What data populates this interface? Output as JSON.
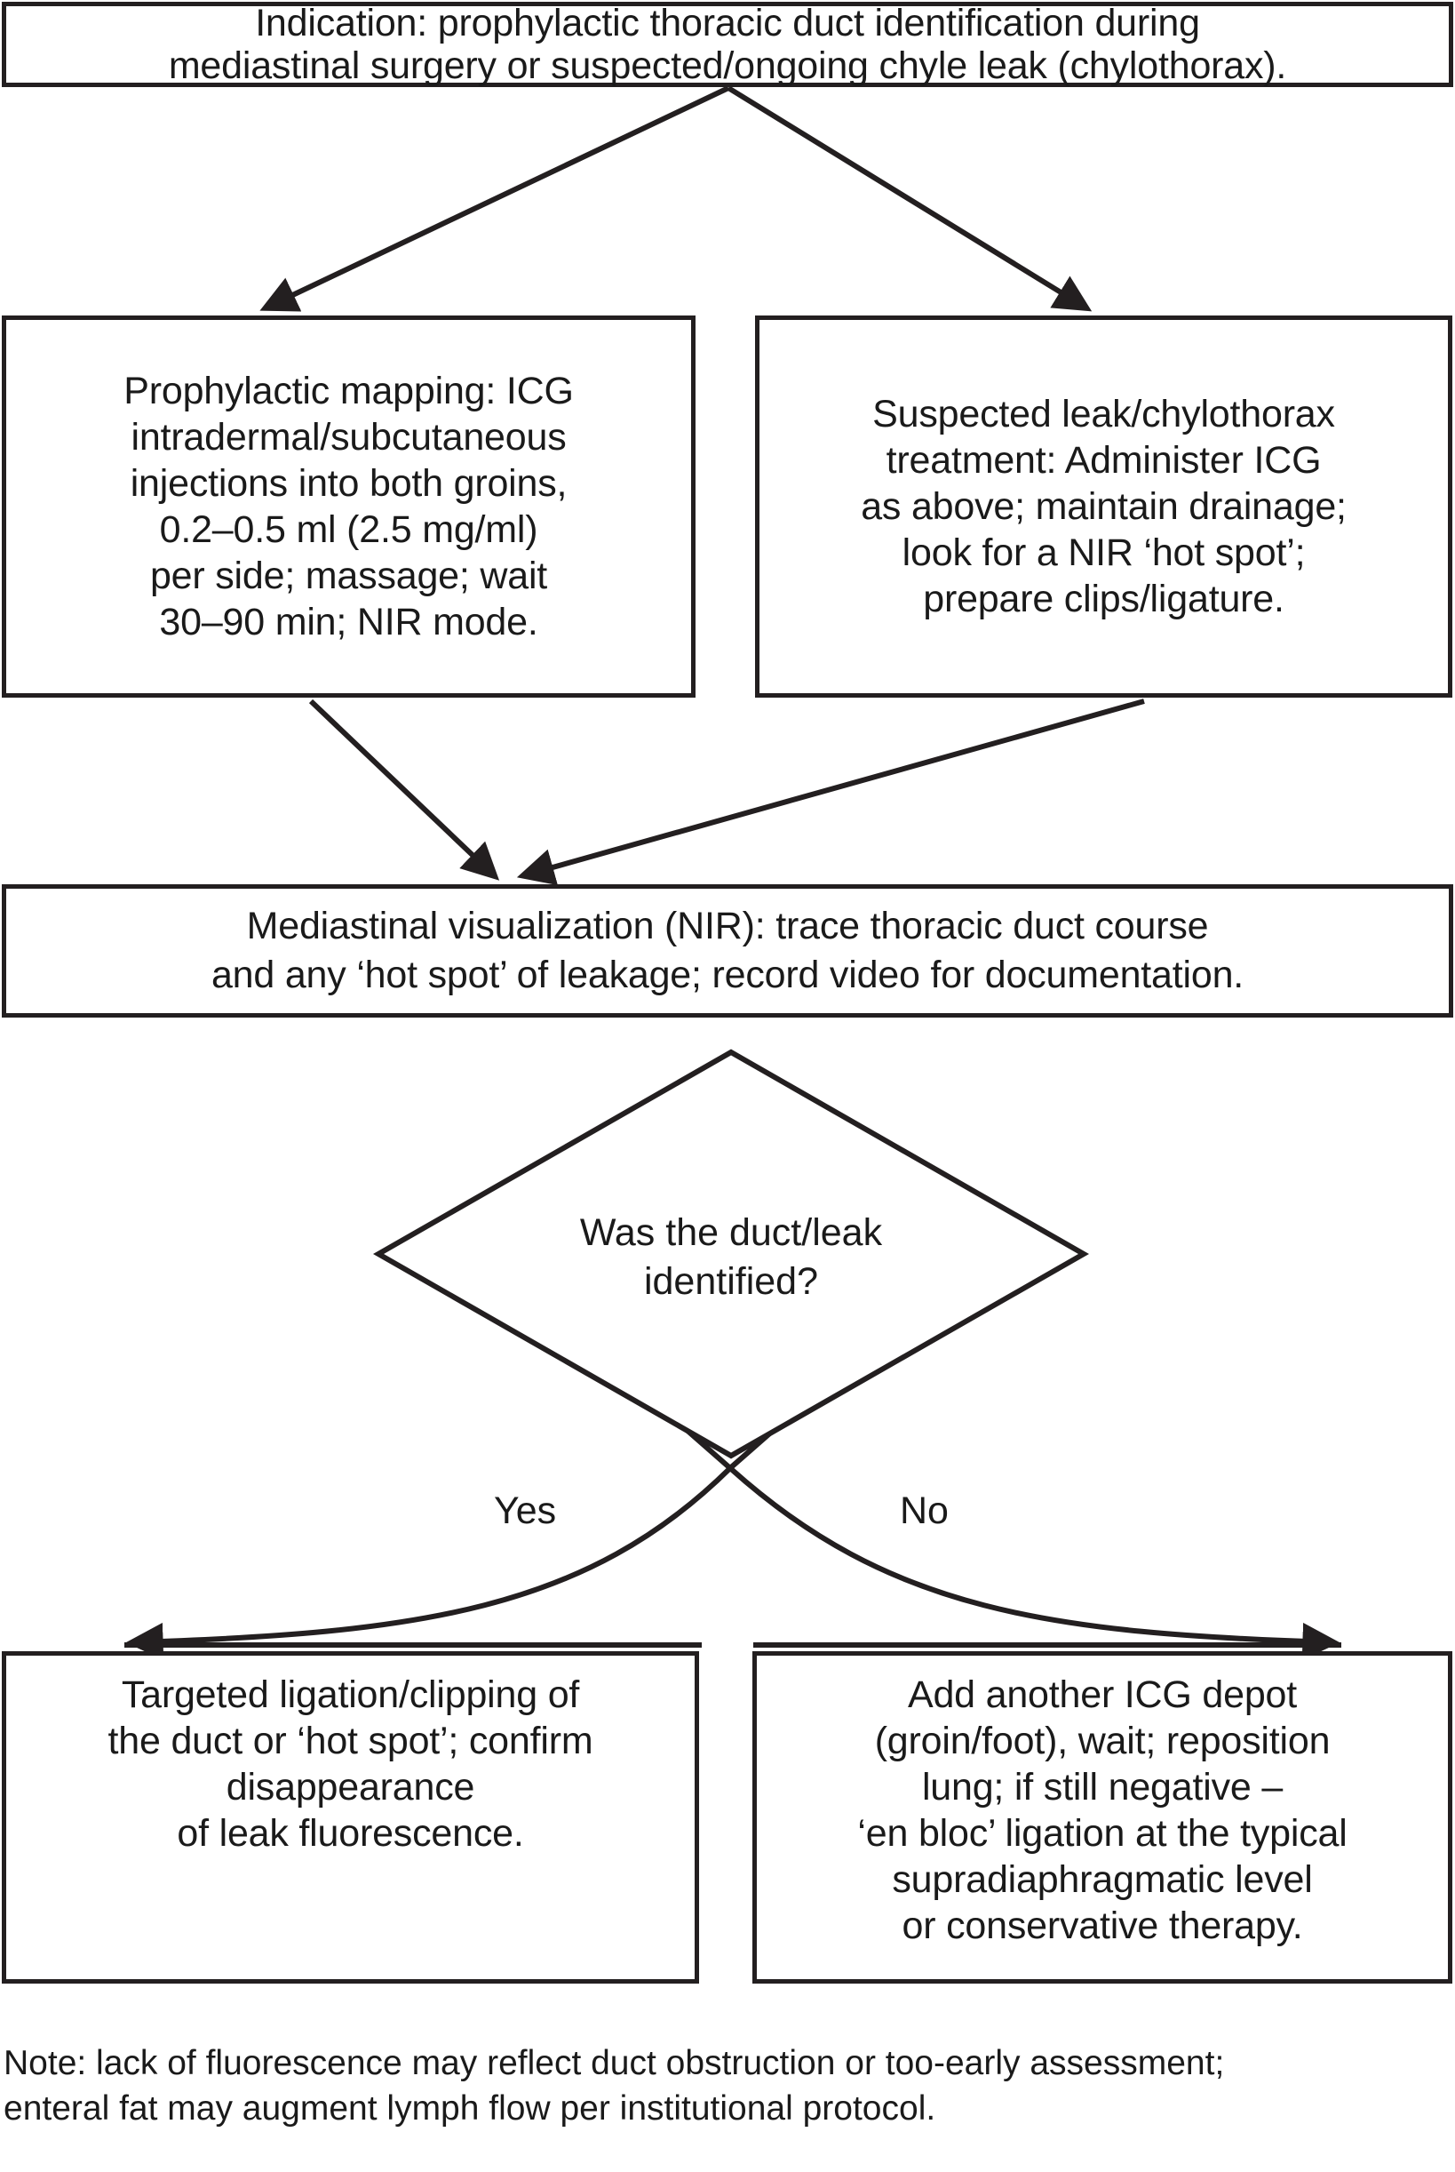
{
  "diagram": {
    "title": "ICG lymphography algorithm for thoracic duct identification and chyle leak management",
    "type": "flowchart",
    "stroke_color": "#231f20",
    "background_color": "#ffffff",
    "text_color": "#1a1a1a"
  },
  "nodes": {
    "indication": {
      "shape": "rectangle",
      "text": "Indication: prophylactic thoracic duct identification during\nmediastinal surgery or suspected/ongoing chyle leak (chylothorax)."
    },
    "prophylactic": {
      "shape": "rectangle",
      "text": "Prophylactic mapping: ICG\nintradermal/subcutaneous\ninjections into both groins,\n0.2–0.5 ml (2.5 mg/ml)\nper side; massage; wait\n30–90 min; NIR mode."
    },
    "suspected": {
      "shape": "rectangle",
      "text": "Suspected leak/chylothorax\ntreatment: Administer ICG\nas above; maintain drainage;\nlook for a NIR ‘hot spot’;\nprepare clips/ligature."
    },
    "mediastinal": {
      "shape": "rectangle",
      "text": "Mediastinal visualization (NIR): trace thoracic duct course\nand any ‘hot spot’ of leakage; record video for documentation."
    },
    "decision": {
      "shape": "diamond",
      "text": "Was the duct/leak\nidentified?"
    },
    "targeted": {
      "shape": "rectangle",
      "text": "Targeted ligation/clipping of\nthe duct or ‘hot spot’; confirm\ndisappearance\nof leak fluorescence."
    },
    "add_icg": {
      "shape": "rectangle",
      "text": "Add another ICG depot\n(groin/foot), wait; reposition\nlung; if still negative –\n‘en bloc’ ligation at the typical\nsupradiaphragmatic level\nor conservative therapy."
    }
  },
  "edges": {
    "yes_label": "Yes",
    "no_label": "No"
  },
  "note": {
    "text": "Note: lack of fluorescence may reflect duct obstruction or too-early assessment;\nenteral fat may augment lymph flow per institutional protocol."
  }
}
